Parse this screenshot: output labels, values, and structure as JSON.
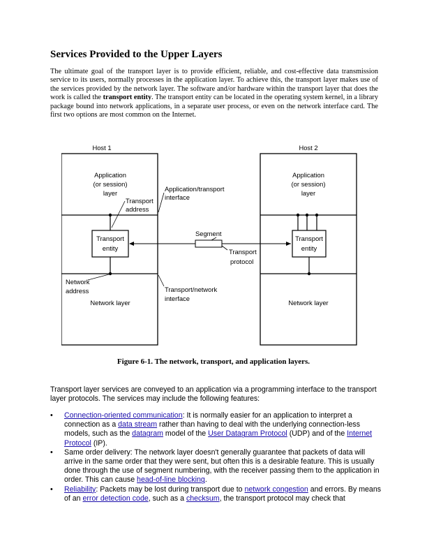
{
  "page": {
    "heading": "Services Provided to the Upper Layers",
    "intro": {
      "before": "The ultimate goal of the transport layer is to provide efficient, reliable, and cost-effective data transmission service to its users, normally processes in the application layer. To achieve this, the transport layer makes use of the services provided by the network layer. The software and/or hardware within the transport layer that does the work is called the ",
      "bold": "transport entity",
      "after": ". The transport entity can be located in the operating system kernel, in a library package bound into network applications, in a separate user process, or even on the network interface card. The first two options are most common on the Internet."
    },
    "figure": {
      "host1": "Host 1",
      "host2": "Host 2",
      "app_layer_1_line1": "Application",
      "app_layer_1_line2": "(or session)",
      "app_layer_1_line3": "layer",
      "app_layer_2_line1": "Application",
      "app_layer_2_line2": "(or session)",
      "app_layer_2_line3": "layer",
      "transport_address_line1": "Transport",
      "transport_address_line2": "address",
      "app_transport_interface_line1": "Application/transport",
      "app_transport_interface_line2": "interface",
      "entity1_line1": "Transport",
      "entity1_line2": "entity",
      "entity2_line1": "Transport",
      "entity2_line2": "entity",
      "segment": "Segment",
      "transport_protocol_line1": "Transport",
      "transport_protocol_line2": "protocol",
      "network_address_line1": "Network",
      "network_address_line2": "address",
      "transport_network_interface_line1": "Transport/network",
      "transport_network_interface_line2": "interface",
      "network_layer_1": "Network layer",
      "network_layer_2": "Network layer"
    },
    "caption": "Figure 6-1.  The network, transport, and application layers.",
    "services_intro": "Transport layer services are conveyed to an application via a programming interface to the transport layer protocols. The services may include the following features:",
    "features": [
      {
        "bullet": "•",
        "link1": "Connection-oriented communication",
        "t1": ": It is normally easier for an application to interpret a connection as a ",
        "link2": "data stream",
        "t2": " rather than having to deal with the underlying connection-less models, such as the ",
        "link3": "datagram",
        "t3": " model of the ",
        "link4": "User Datagram Protocol",
        "t4": " (UDP) and of the ",
        "link5": "Internet Protocol",
        "t5": " (IP)."
      },
      {
        "bullet": "•",
        "t1": "Same order delivery: The network layer doesn't generally guarantee that packets of data will arrive in the same order that they were sent, but often this is a desirable feature. This is usually done through the use of segment numbering, with the receiver passing them to the application in order. This can cause ",
        "link1": "head-of-line blocking",
        "t2": "."
      },
      {
        "bullet": "•",
        "link1": "Reliability",
        "t1": ": Packets may be lost during transport due to ",
        "link2": "network congestion",
        "t2": " and errors. By means of an ",
        "link3": "error detection code",
        "t3": ", such as a ",
        "link4": "checksum",
        "t4": ", the transport protocol may check that"
      }
    ]
  }
}
